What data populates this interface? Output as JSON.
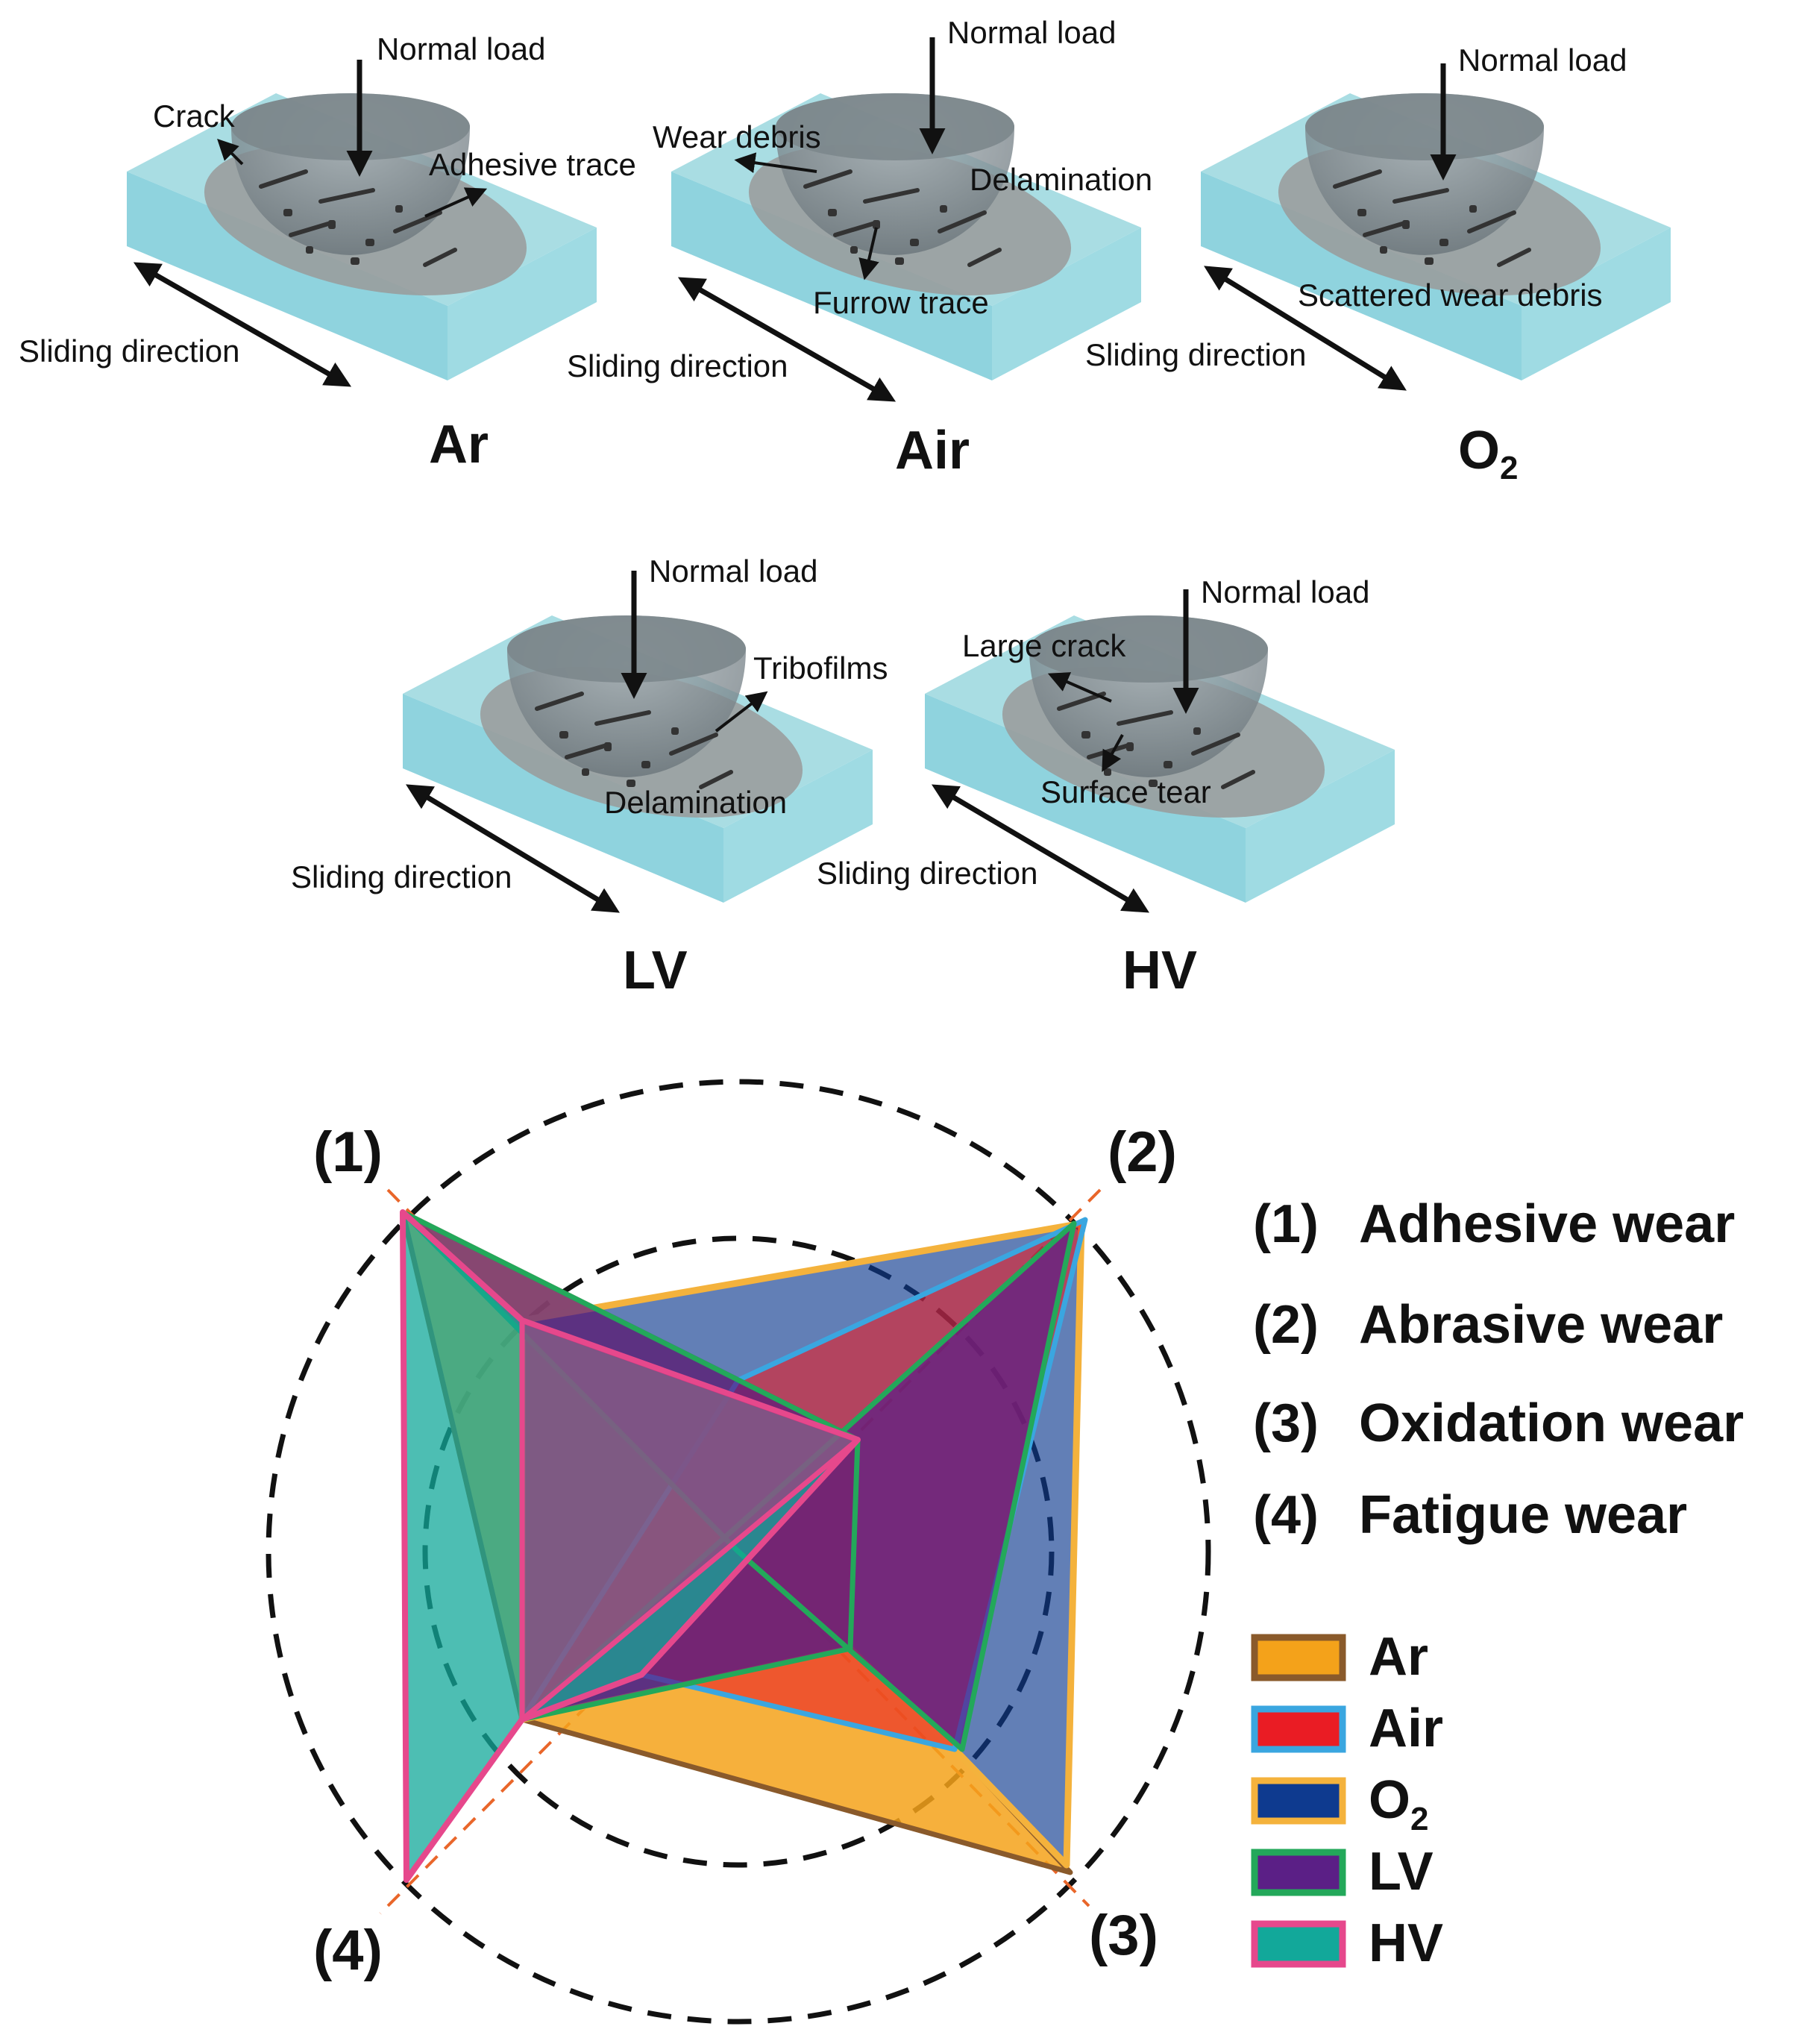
{
  "panels": [
    {
      "title": "Ar",
      "sub": "",
      "load": "Normal load",
      "sliding": "Sliding direction",
      "ann": [
        "Crack",
        "Adhesive trace"
      ]
    },
    {
      "title": "Air",
      "sub": "",
      "load": "Normal load",
      "sliding": "Sliding direction",
      "ann": [
        "Wear debris",
        "Delamination",
        "Furrow trace"
      ]
    },
    {
      "title": "O",
      "sub": "2",
      "load": "Normal load",
      "sliding": "Sliding direction",
      "ann": [
        "Scattered wear debris"
      ]
    },
    {
      "title": "LV",
      "sub": "",
      "load": "Normal load",
      "sliding": "Sliding direction",
      "ann": [
        "Tribofilms",
        "Delamination"
      ]
    },
    {
      "title": "HV",
      "sub": "",
      "load": "Normal load",
      "sliding": "Sliding direction",
      "ann": [
        "Large crack",
        "Surface tear"
      ]
    }
  ],
  "radar": {
    "axis_labels": [
      "(1)",
      "(2)",
      "(3)",
      "(4)"
    ],
    "wear_types": [
      {
        "num": "(1)",
        "name": "Adhesive wear"
      },
      {
        "num": "(2)",
        "name": "Abrasive wear"
      },
      {
        "num": "(3)",
        "name": "Oxidation wear"
      },
      {
        "num": "(4)",
        "name": "Fatigue wear"
      }
    ],
    "legend": [
      {
        "name": "Ar",
        "sub": "",
        "fill": "#f4a21a",
        "stroke": "#8a5a2b"
      },
      {
        "name": "Air",
        "sub": "",
        "fill": "#ea1c24",
        "stroke": "#3aa6e0"
      },
      {
        "name": "O",
        "sub": "2",
        "fill": "#0e3a8f",
        "stroke": "#f4b23c"
      },
      {
        "name": "LV",
        "sub": "",
        "fill": "#5b1f86",
        "stroke": "#23a85a"
      },
      {
        "name": "HV",
        "sub": "",
        "fill": "#12a89a",
        "stroke": "#e6488c"
      }
    ]
  }
}
